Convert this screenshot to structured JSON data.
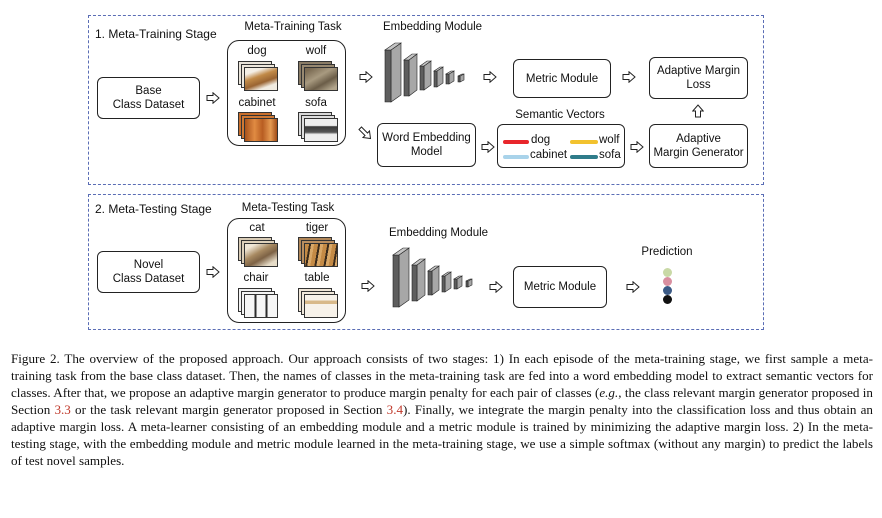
{
  "training": {
    "stage_title": "1. Meta-Training Stage",
    "base_dataset_line1": "Base",
    "base_dataset_line2": "Class Dataset",
    "task_title": "Meta-Training Task",
    "task_classes": [
      "dog",
      "wolf",
      "cabinet",
      "sofa"
    ],
    "embedding_title": "Embedding Module",
    "metric_module": "Metric Module",
    "loss_line1": "Adaptive Margin",
    "loss_line2": "Loss",
    "word_embed_line1": "Word Embedding",
    "word_embed_line2": "Model",
    "semantic_title": "Semantic Vectors",
    "vectors": [
      {
        "label": "dog",
        "color": "#e8262b"
      },
      {
        "label": "wolf",
        "color": "#f2c22e"
      },
      {
        "label": "cabinet",
        "color": "#a9d3ea"
      },
      {
        "label": "sofa",
        "color": "#2f7c8a"
      }
    ],
    "generator_line1": "Adaptive",
    "generator_line2": "Margin Generator"
  },
  "testing": {
    "stage_title": "2. Meta-Testing Stage",
    "novel_dataset_line1": "Novel",
    "novel_dataset_line2": "Class Dataset",
    "task_title": "Meta-Testing Task",
    "task_classes": [
      "cat",
      "tiger",
      "chair",
      "table"
    ],
    "embedding_title": "Embedding Module",
    "metric_module": "Metric Module",
    "prediction_title": "Prediction",
    "prediction_colors": [
      "#c9d9a6",
      "#d98fa0",
      "#3b5a86",
      "#111111"
    ]
  },
  "caption": {
    "part1": "Figure 2. The overview of the proposed approach. Our approach consists of two stages: 1) In each episode of the meta-training stage, we first sample a meta-training task from the base class dataset. Then, the names of classes in the meta-training task are fed into a word embedding model to extract semantic vectors for classes. After that, we propose an adaptive margin generator to produce margin penalty for each pair of classes (",
    "eg": "e.g.",
    "part2": ", the class relevant margin generator proposed in Section ",
    "ref1": "3.3",
    "part3": " or the task relevant margin generator proposed in Section ",
    "ref2": "3.4",
    "part4": "). Finally, we integrate the margin penalty into the classification loss and thus obtain an adaptive margin loss. A meta-learner consisting of an embedding module and a metric module is trained by minimizing the adaptive margin loss. 2) In the meta-testing stage, with the embedding module and metric module learned in the meta-training stage, we use a simple softmax (without any margin) to predict the labels of test novel samples."
  }
}
